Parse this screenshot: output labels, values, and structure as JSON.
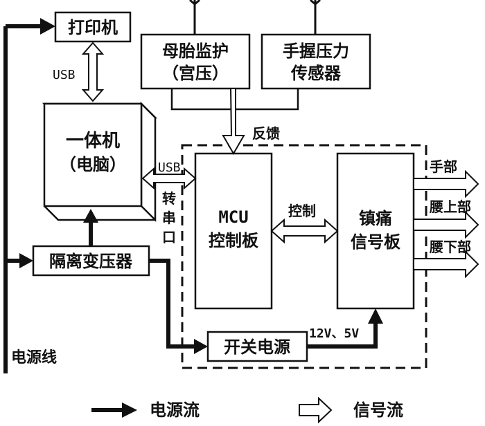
{
  "blocks": {
    "printer": "打印机",
    "fetal_monitor": [
      "母胎监护",
      "（宫压）"
    ],
    "grip_sensor": [
      "手握压力",
      "传感器"
    ],
    "computer": [
      "一体机",
      "（电脑）"
    ],
    "mcu_board": [
      "MCU",
      "控制板"
    ],
    "analgesia_board": [
      "镇痛",
      "信号板"
    ],
    "isolation_transformer": "隔离变压器",
    "switching_psu": "开关电源"
  },
  "labels": {
    "usb_printer": "USB",
    "usb_computer": "USB",
    "converter": [
      "转",
      "串",
      "口"
    ],
    "feedback": "反馈",
    "control": "控制",
    "voltage": "12V、5V",
    "power_line": "电源线",
    "outputs": [
      "手部",
      "腰上部",
      "腰下部"
    ]
  },
  "legend": {
    "power_flow": "电源流",
    "signal_flow": "信号流"
  },
  "colors": {
    "ink": "#111111",
    "background": "#ffffff"
  }
}
